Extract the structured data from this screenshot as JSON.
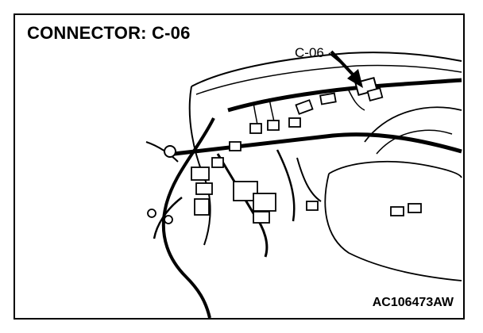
{
  "diagram": {
    "title": "CONNECTOR: C-06",
    "callout_label": "C-06",
    "figure_code": "AC106473AW"
  }
}
